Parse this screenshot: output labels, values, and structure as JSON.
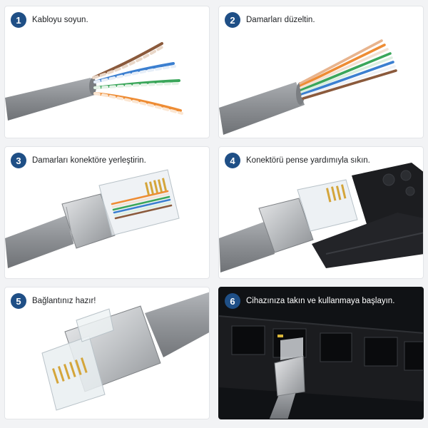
{
  "colors": {
    "badge": "#1f4f86",
    "cable": "#8e9195",
    "metal": "#c7c9cc",
    "tool": "#1c1d20",
    "switch": "#151619"
  },
  "steps": [
    {
      "number": "1",
      "caption": "Kabloyu soyun."
    },
    {
      "number": "2",
      "caption": "Damarları düzeltin."
    },
    {
      "number": "3",
      "caption": "Damarları konektöre yerleştirin."
    },
    {
      "number": "4",
      "caption": "Konektörü pense yardımıyla sıkın."
    },
    {
      "number": "5",
      "caption": "Bağlantınız hazır!"
    },
    {
      "number": "6",
      "caption": "Cihazınıza takın ve kullanmaya başlayın."
    }
  ]
}
